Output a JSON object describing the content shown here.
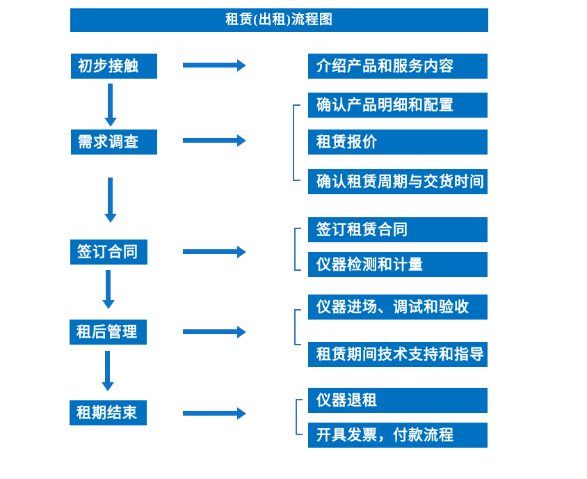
{
  "title": "租赁(出租)流程图",
  "colors": {
    "box": "#0070c0",
    "arrow": "#0e73c9",
    "bracket": "#2e74b5",
    "text": "#ffffff",
    "background": "#ffffff"
  },
  "stages": [
    {
      "label": "初步接触",
      "details": [
        "介绍产品和服务内容"
      ]
    },
    {
      "label": "需求调查",
      "details": [
        "确认产品明细和配置",
        "租赁报价",
        "确认租赁周期与交货时间"
      ]
    },
    {
      "label": "签订合同",
      "details": [
        "签订租赁合同",
        "仪器检测和计量"
      ]
    },
    {
      "label": "租后管理",
      "details": [
        "仪器进场、调试和验收",
        "租赁期间技术支持和指导"
      ]
    },
    {
      "label": "租期结束",
      "details": [
        "仪器退租",
        "开具发票，付款流程"
      ]
    }
  ]
}
